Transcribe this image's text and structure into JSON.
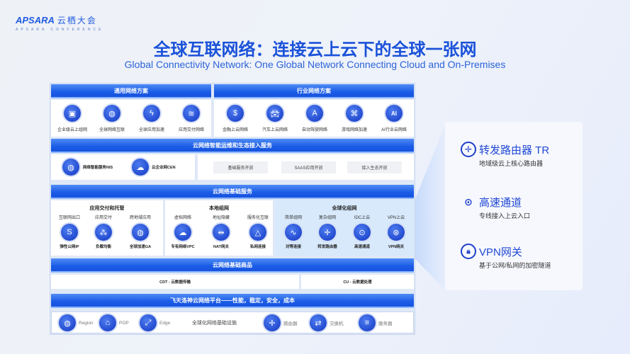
{
  "logo": {
    "brand": "APSARA",
    "cn": "云栖大会",
    "sub": "APSARA CONFERENCE"
  },
  "title": "全球互联网络：连接云上云下的全球一张网",
  "subtitle": "Global Connectivity Network: One Global Network Connecting Cloud and On-Premises",
  "row1": {
    "left_header": "通用网络方案",
    "right_header": "行业网络方案",
    "left_items": [
      {
        "label": "企业级云上组网",
        "icon": "building-cloud-icon"
      },
      {
        "label": "全球网络互联",
        "icon": "globe-icon"
      },
      {
        "label": "全球应用加速",
        "icon": "lightning-shield-icon"
      },
      {
        "label": "应用交付网络",
        "icon": "layers-icon"
      }
    ],
    "right_items": [
      {
        "label": "金融上云网络",
        "icon": "dollar-icon"
      },
      {
        "label": "汽车上云网络",
        "icon": "car-icon"
      },
      {
        "label": "自动驾驶网络",
        "icon": "autodrive-icon"
      },
      {
        "label": "游戏网络加速",
        "icon": "gamepad-icon"
      },
      {
        "label": "AI行业云网络",
        "icon": "ai-icon"
      }
    ]
  },
  "row2": {
    "header": "云网络智能运维和生态接入服务",
    "services": [
      {
        "label": "网络智能服务NIS",
        "icon": "globe-icon"
      },
      {
        "label": "云企业网CEN",
        "icon": "cloud-network-icon"
      }
    ],
    "buttons": [
      "基础服务开放",
      "SAAS应用开放",
      "接入生态开放"
    ]
  },
  "row3": {
    "header": "云网络基础服务",
    "groups": [
      {
        "title": "应用交付和托管",
        "items": [
          {
            "top": "互联网出口",
            "bottom": "弹性公网IP",
            "icon": "s-link-icon"
          },
          {
            "top": "应用交付",
            "bottom": "负载均衡",
            "icon": "load-balance-icon"
          },
          {
            "top": "跨地域应用",
            "bottom": "全球加速GA",
            "icon": "globe-icon"
          }
        ]
      },
      {
        "title": "本地组网",
        "items": [
          {
            "top": "虚拟网络",
            "bottom": "专有网络VPC",
            "icon": "cloud-icon"
          },
          {
            "top": "地址隐藏",
            "bottom": "NAT网关",
            "icon": "nat-icon"
          },
          {
            "top": "服务化互联",
            "bottom": "私网连接",
            "icon": "private-link-icon"
          }
        ]
      },
      {
        "title": "全球化组网",
        "items": [
          {
            "top": "简单组网",
            "bottom": "对等连接",
            "icon": "peer-icon"
          },
          {
            "top": "复杂组网",
            "bottom": "转发路由器",
            "icon": "router-icon"
          },
          {
            "top": "IDC上云",
            "bottom": "高速通道",
            "icon": "express-icon"
          },
          {
            "top": "VPN上云",
            "bottom": "VPN网关",
            "icon": "vpn-icon"
          }
        ]
      }
    ]
  },
  "row4": {
    "header": "云网络基础商品",
    "left": "CDT - 云数据传输",
    "right": "CU - 云数据处理"
  },
  "row5": {
    "header": "飞天洛神云网络平台——性能，稳定，安全，成本",
    "center": "全球化网络基础设施",
    "items": [
      {
        "label": "Region",
        "icon": "globe-pin-icon"
      },
      {
        "label": "POP",
        "icon": "pop-router-icon"
      },
      {
        "label": "Edge",
        "icon": "edge-link-icon"
      },
      {
        "label": "路由器",
        "icon": "router-icon"
      },
      {
        "label": "交换机",
        "icon": "switch-icon"
      },
      {
        "label": "服务器",
        "icon": "server-icon"
      }
    ]
  },
  "card": [
    {
      "title": "转发路由器 TR",
      "desc": "地域级云上核心路由器",
      "icon": "router-icon"
    },
    {
      "title": "高速通道",
      "desc": "专线接入上云入口",
      "icon": "express-icon"
    },
    {
      "title": "VPN网关",
      "desc": "基于公网/私网的加密隧道",
      "icon": "vpn-lock-icon"
    }
  ]
}
